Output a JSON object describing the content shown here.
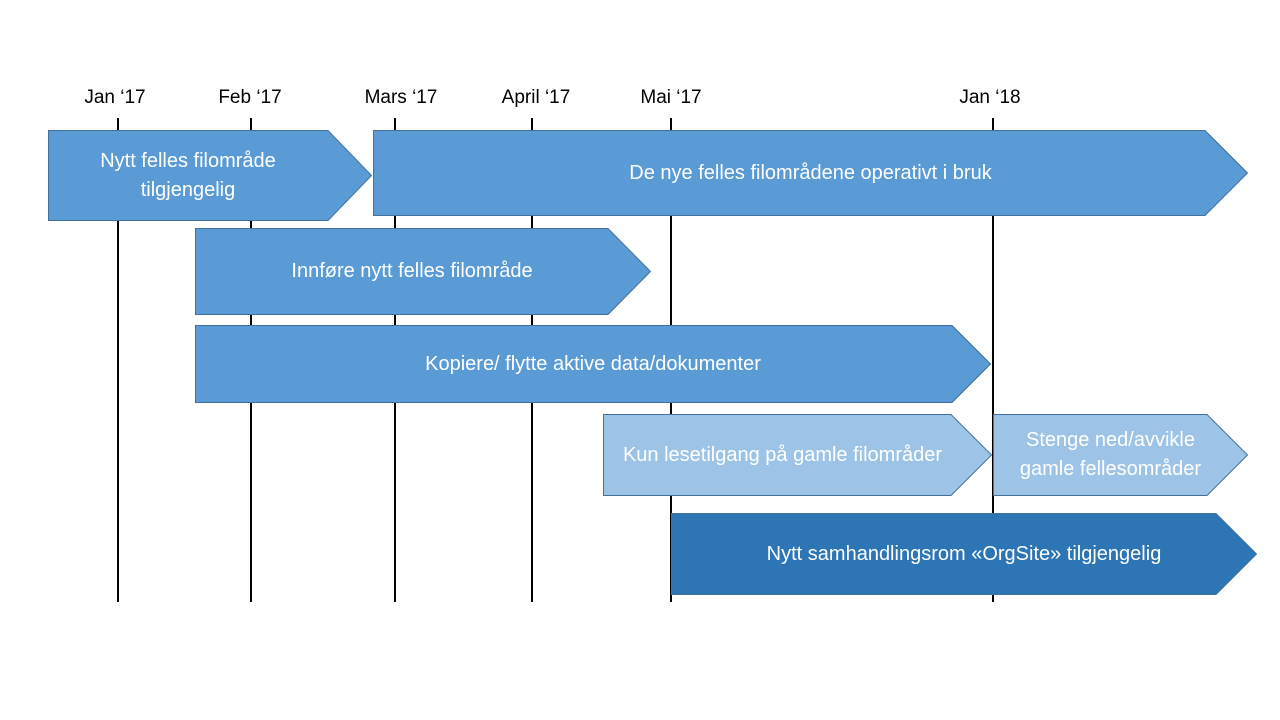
{
  "timeline": {
    "ticks": [
      {
        "label": "Jan ‘17"
      },
      {
        "label": "Feb ‘17"
      },
      {
        "label": "Mars ‘17"
      },
      {
        "label": "April ‘17"
      },
      {
        "label": "Mai ‘17"
      },
      {
        "label": "Jan ‘18"
      }
    ]
  },
  "bars": [
    {
      "label": "Nytt felles filområde\ntilgjengelig",
      "color": "#5b9bd5"
    },
    {
      "label": "De nye felles filområdene operativt i bruk",
      "color": "#5b9bd5"
    },
    {
      "label": "Innføre nytt felles filområde",
      "color": "#5b9bd5"
    },
    {
      "label": "Kopiere/ flytte aktive data/dokumenter",
      "color": "#5b9bd5"
    },
    {
      "label": "Kun lesetilgang på gamle filområder",
      "color": "#9dc3e6"
    },
    {
      "label": "Stenge ned/avvikle\ngamle fellesområder",
      "color": "#9dc3e6"
    },
    {
      "label": "Nytt samhandlingsrom «OrgSite» tilgjengelig",
      "color": "#2e75b6"
    }
  ],
  "colors": {
    "bar_border": "#41719c",
    "line": "#000000"
  }
}
